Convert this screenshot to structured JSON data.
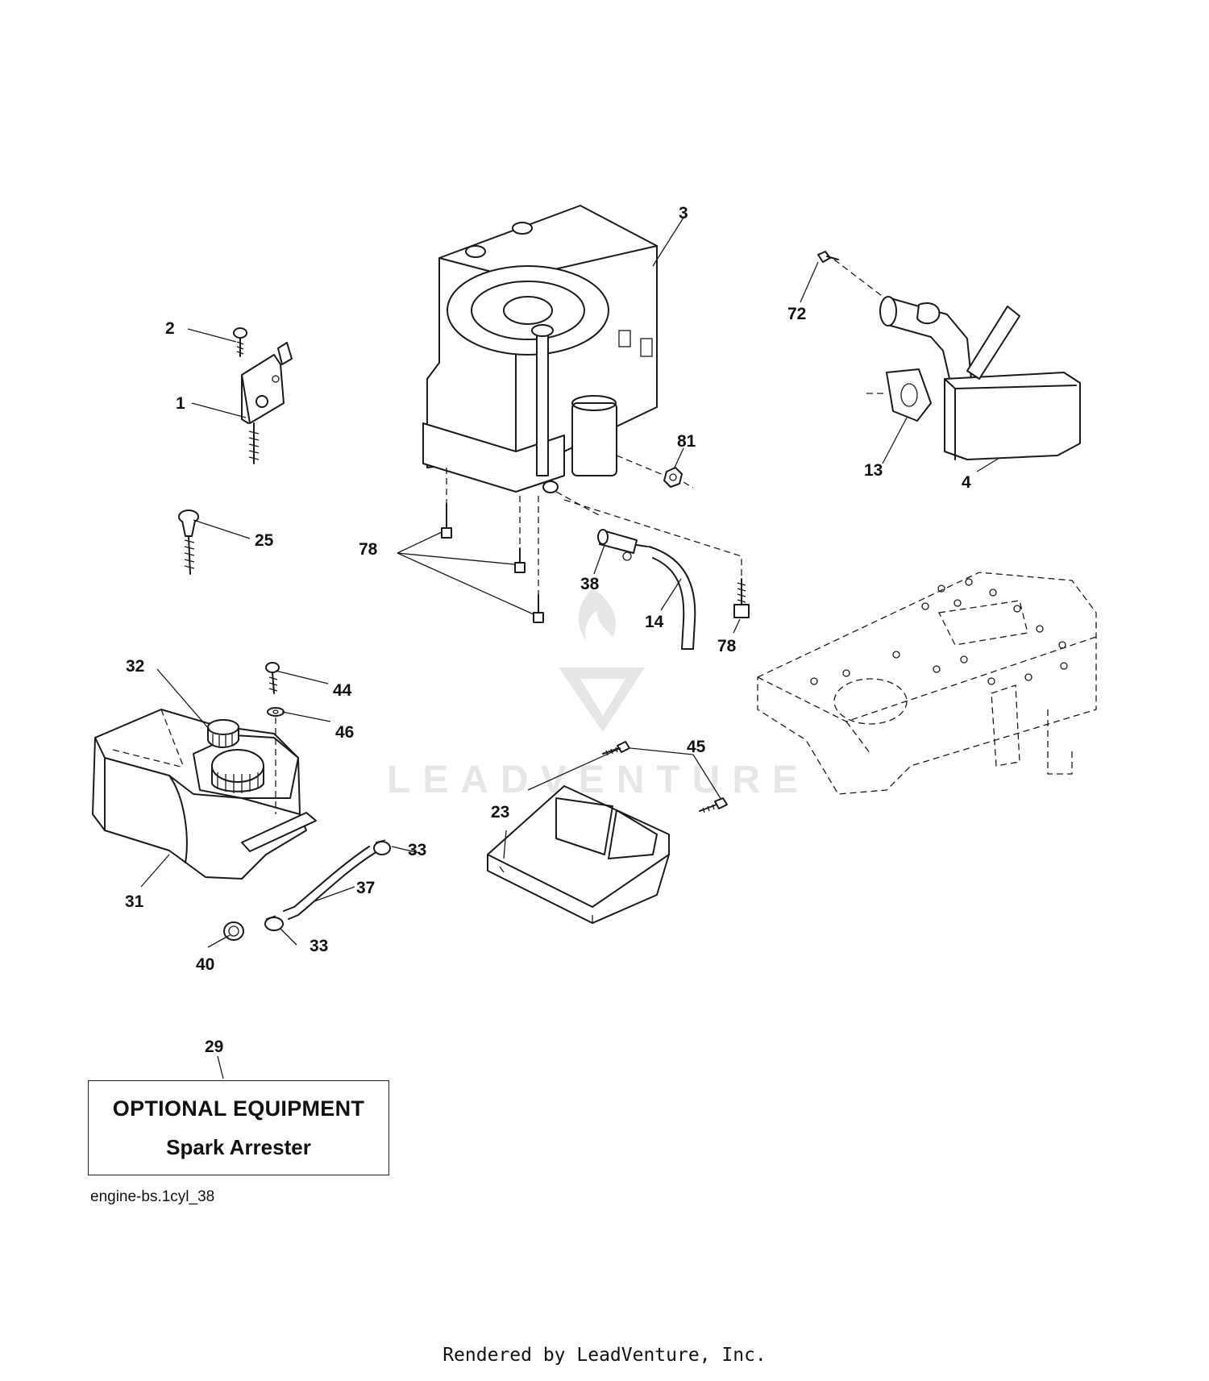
{
  "callouts": {
    "c1": "1",
    "c2": "2",
    "c3": "3",
    "c4": "4",
    "c13": "13",
    "c14": "14",
    "c23": "23",
    "c25": "25",
    "c29": "29",
    "c31": "31",
    "c32": "32",
    "c33a": "33",
    "c33b": "33",
    "c37": "37",
    "c38": "38",
    "c40": "40",
    "c44": "44",
    "c45": "45",
    "c46": "46",
    "c72": "72",
    "c78a": "78",
    "c78b": "78",
    "c81": "81"
  },
  "optional_equipment": {
    "title": "OPTIONAL EQUIPMENT",
    "subtitle": "Spark Arrester"
  },
  "diagram_code": "engine-bs.1cyl_38",
  "watermark": "LEADVENTURE",
  "footer": "Rendered by LeadVenture, Inc."
}
